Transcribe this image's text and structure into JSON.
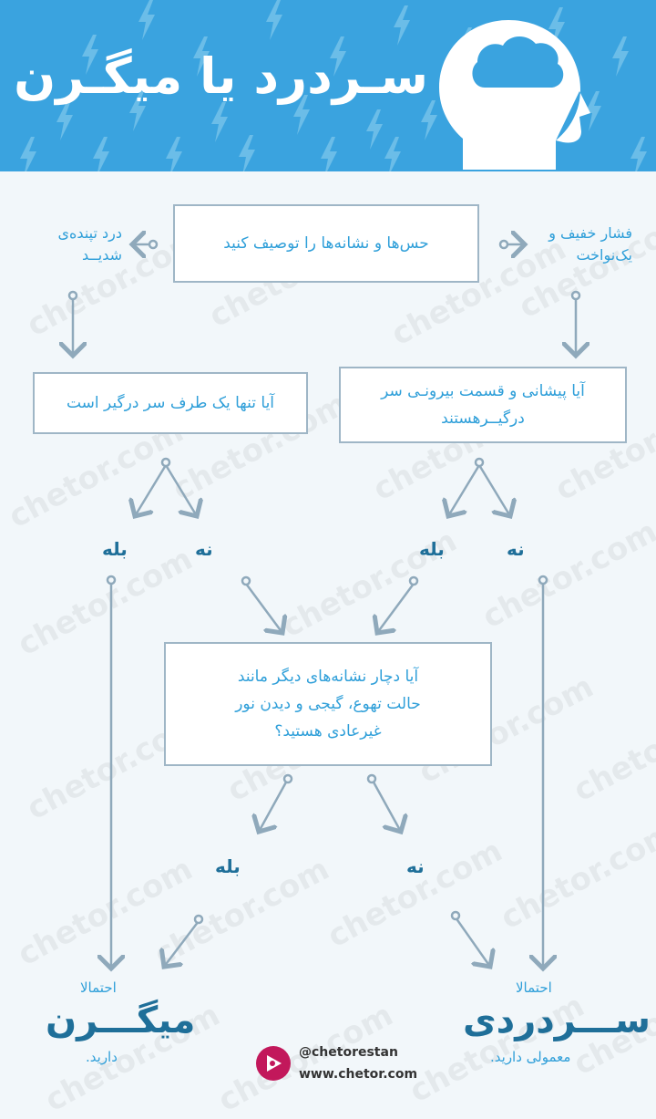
{
  "header": {
    "title": "سـردرد یا میگـرن"
  },
  "colors": {
    "header_bg": "#3aa3df",
    "text_blue": "#2f9fd9",
    "text_dark_blue": "#1f6f99",
    "arrow": "#8fa9bb"
  },
  "icons": {
    "head": "head-with-cloud-icon",
    "bolt": "lightning-bolt-icon",
    "logo": "chetor-logo-icon"
  },
  "flow": {
    "start_box": "حس‌ها و نشانه‌ها را توصیف کنید",
    "left_option": "درد تپنده‌ی\nشدیــد",
    "right_option": "فشار خفیف و\nیک‌نواخت",
    "left_question": "آیا تنها یک طرف سر درگیر است",
    "right_question": "آیا پیشانی و قسمت بیرونـی سر\nدرگیــرهستند",
    "left_yes": "بله",
    "left_no": "نه",
    "right_yes": "بله",
    "right_no": "نه",
    "middle_question": "آیا دچار نشانه‌های دیگر مانند\nحالت تهوع، گیجی و دیدن نور\nغیرعادی هستید؟",
    "middle_yes": "بله",
    "middle_no": "نه"
  },
  "results": {
    "migraine_prefix": "احتمالا",
    "migraine_title": "میگـــرن",
    "migraine_suffix": "دارید.",
    "headache_prefix": "احتمالا",
    "headache_title": "ســـردردی",
    "headache_suffix": "معمولی دارید."
  },
  "brand": {
    "handle": "@chetorestan",
    "url": "www.chetor.com"
  },
  "watermark": "chetor.com"
}
